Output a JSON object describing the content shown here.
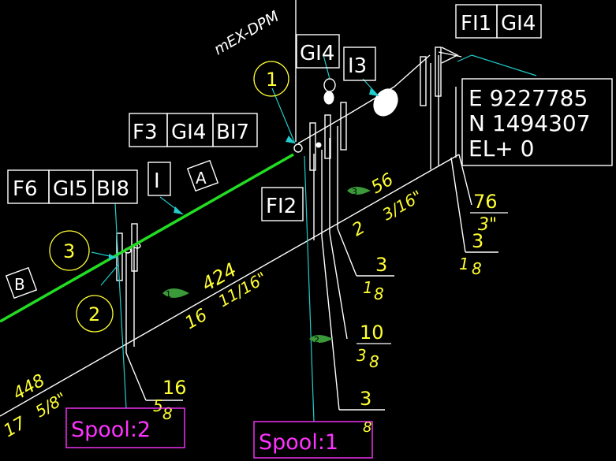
{
  "colors": {
    "background": "#000000",
    "pipe": "#22dd22",
    "line": "#ffffff",
    "leader": "#22cccc",
    "dimension": "#ffff33",
    "spool": "#ff33ff",
    "marker": "#3a9a3a"
  },
  "match_label": "mEX-DPM",
  "tag_groups": [
    {
      "tags": [
        "F6",
        "GI5",
        "BI8"
      ]
    },
    {
      "tags": [
        "F3",
        "GI4",
        "BI7"
      ]
    },
    {
      "tags": [
        "FI1",
        "GI4"
      ]
    },
    {
      "tags": [
        "GI4"
      ]
    },
    {
      "tags": [
        "I3"
      ]
    },
    {
      "tags": [
        "FI2"
      ]
    },
    {
      "tags": [
        "I"
      ]
    }
  ],
  "diamonds": [
    "A",
    "B"
  ],
  "circles": [
    "1",
    "3",
    "2"
  ],
  "coordinates": {
    "east": "E 9227785",
    "north": "N 1494307",
    "elevation": "EL+ 0"
  },
  "dimensions": {
    "d1": {
      "a": "448",
      "b": "17",
      "c": "5/8\""
    },
    "d2": {
      "a": "424",
      "b": "16",
      "c": "11/16\""
    },
    "d3": {
      "a": "56",
      "b": "2",
      "c": "3/16\""
    },
    "d4": {
      "whole": "16",
      "num": "5",
      "den": "8"
    },
    "d5": {
      "whole": "10",
      "num": "3",
      "den": "8"
    },
    "d6": {
      "whole": "3",
      "num": "1",
      "den": "8"
    },
    "d7": {
      "whole": "3",
      "num": "",
      "den": "8"
    },
    "d8": {
      "whole": "76",
      "sub": "3\""
    },
    "d9": {
      "whole": "3",
      "num": "1",
      "den": "8"
    }
  },
  "weld_markers": [
    "1",
    "2",
    "3"
  ],
  "spools": [
    "Spool:2",
    "Spool:1"
  ]
}
